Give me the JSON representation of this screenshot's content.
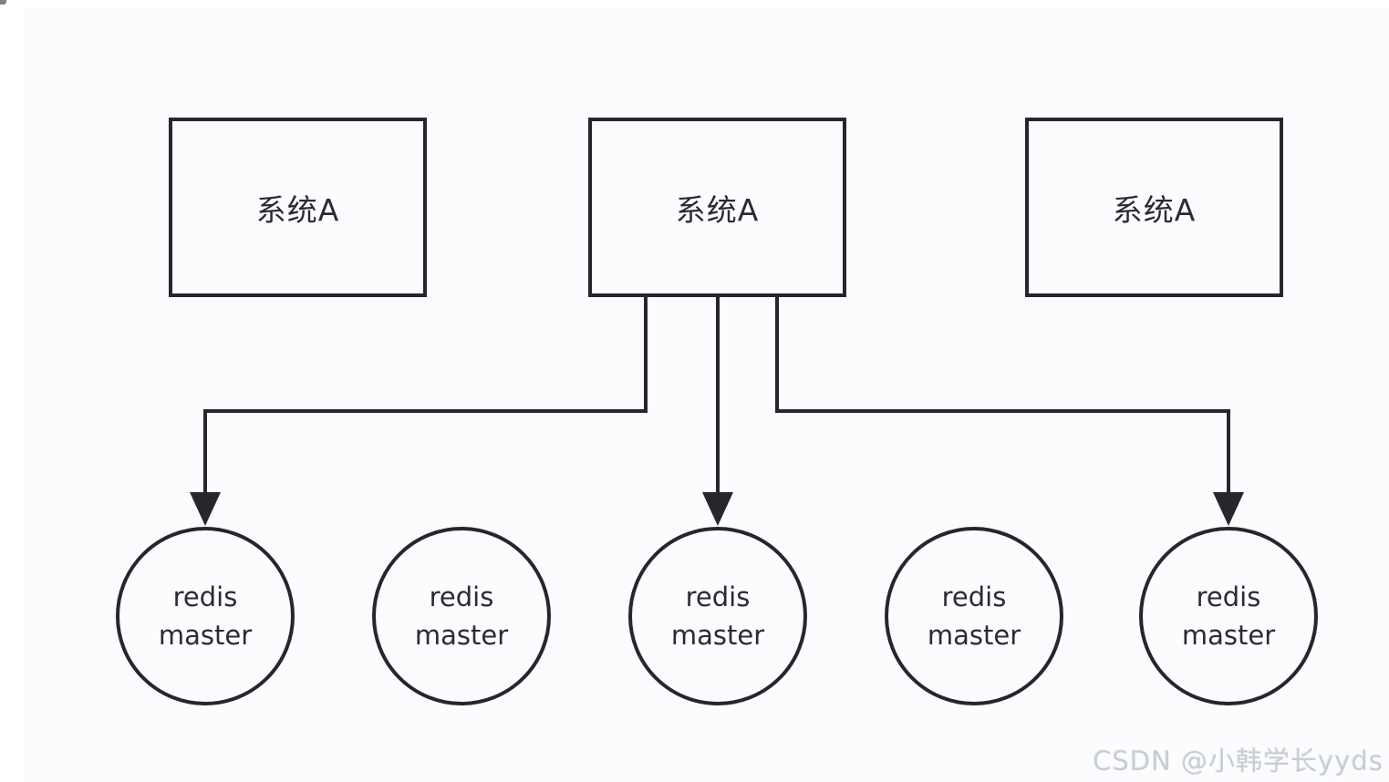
{
  "colors": {
    "line": "#26262c",
    "background": "#fbfcfe",
    "text": "#2b2b33",
    "watermark_text": "#c9cdd3"
  },
  "systems": [
    {
      "label": "系统A"
    },
    {
      "label": "系统A"
    },
    {
      "label": "系统A"
    }
  ],
  "redis_nodes": [
    {
      "label": "redis master"
    },
    {
      "label": "redis master"
    },
    {
      "label": "redis master"
    },
    {
      "label": "redis master"
    },
    {
      "label": "redis master"
    }
  ],
  "edges": [
    {
      "from": "system-box-2",
      "to": "redis-node-1",
      "arrow": "down"
    },
    {
      "from": "system-box-2",
      "to": "redis-node-3",
      "arrow": "down"
    },
    {
      "from": "system-box-2",
      "to": "redis-node-5",
      "arrow": "down"
    }
  ],
  "watermark": {
    "text": "CSDN @小韩学长yyds"
  }
}
